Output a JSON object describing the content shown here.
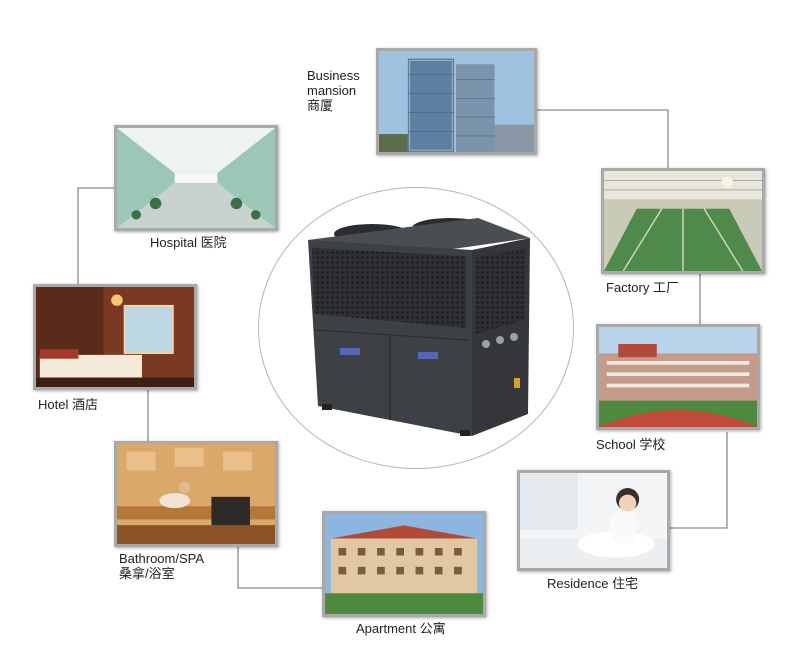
{
  "center": {
    "device": "heat-pump-unit",
    "brand_mark": "brand-logo"
  },
  "applications": [
    {
      "id": "business",
      "label_en": "Business",
      "label_en2": "mansion",
      "label_cn": "商厦"
    },
    {
      "id": "hospital",
      "label": "Hospital 医院"
    },
    {
      "id": "factory",
      "label": "Factory  工厂"
    },
    {
      "id": "hotel",
      "label": "Hotel 酒店"
    },
    {
      "id": "school",
      "label": "School  学校"
    },
    {
      "id": "spa",
      "label_en": "Bathroom/SPA",
      "label_cn": "桑拿/浴室"
    },
    {
      "id": "residence",
      "label": "Residence 住宅"
    },
    {
      "id": "apartment",
      "label": "Apartment 公寓"
    }
  ],
  "colors": {
    "connector": "#8a8a8a",
    "photo_border": "#a9a9a9",
    "unit_body": "#3d4044"
  }
}
